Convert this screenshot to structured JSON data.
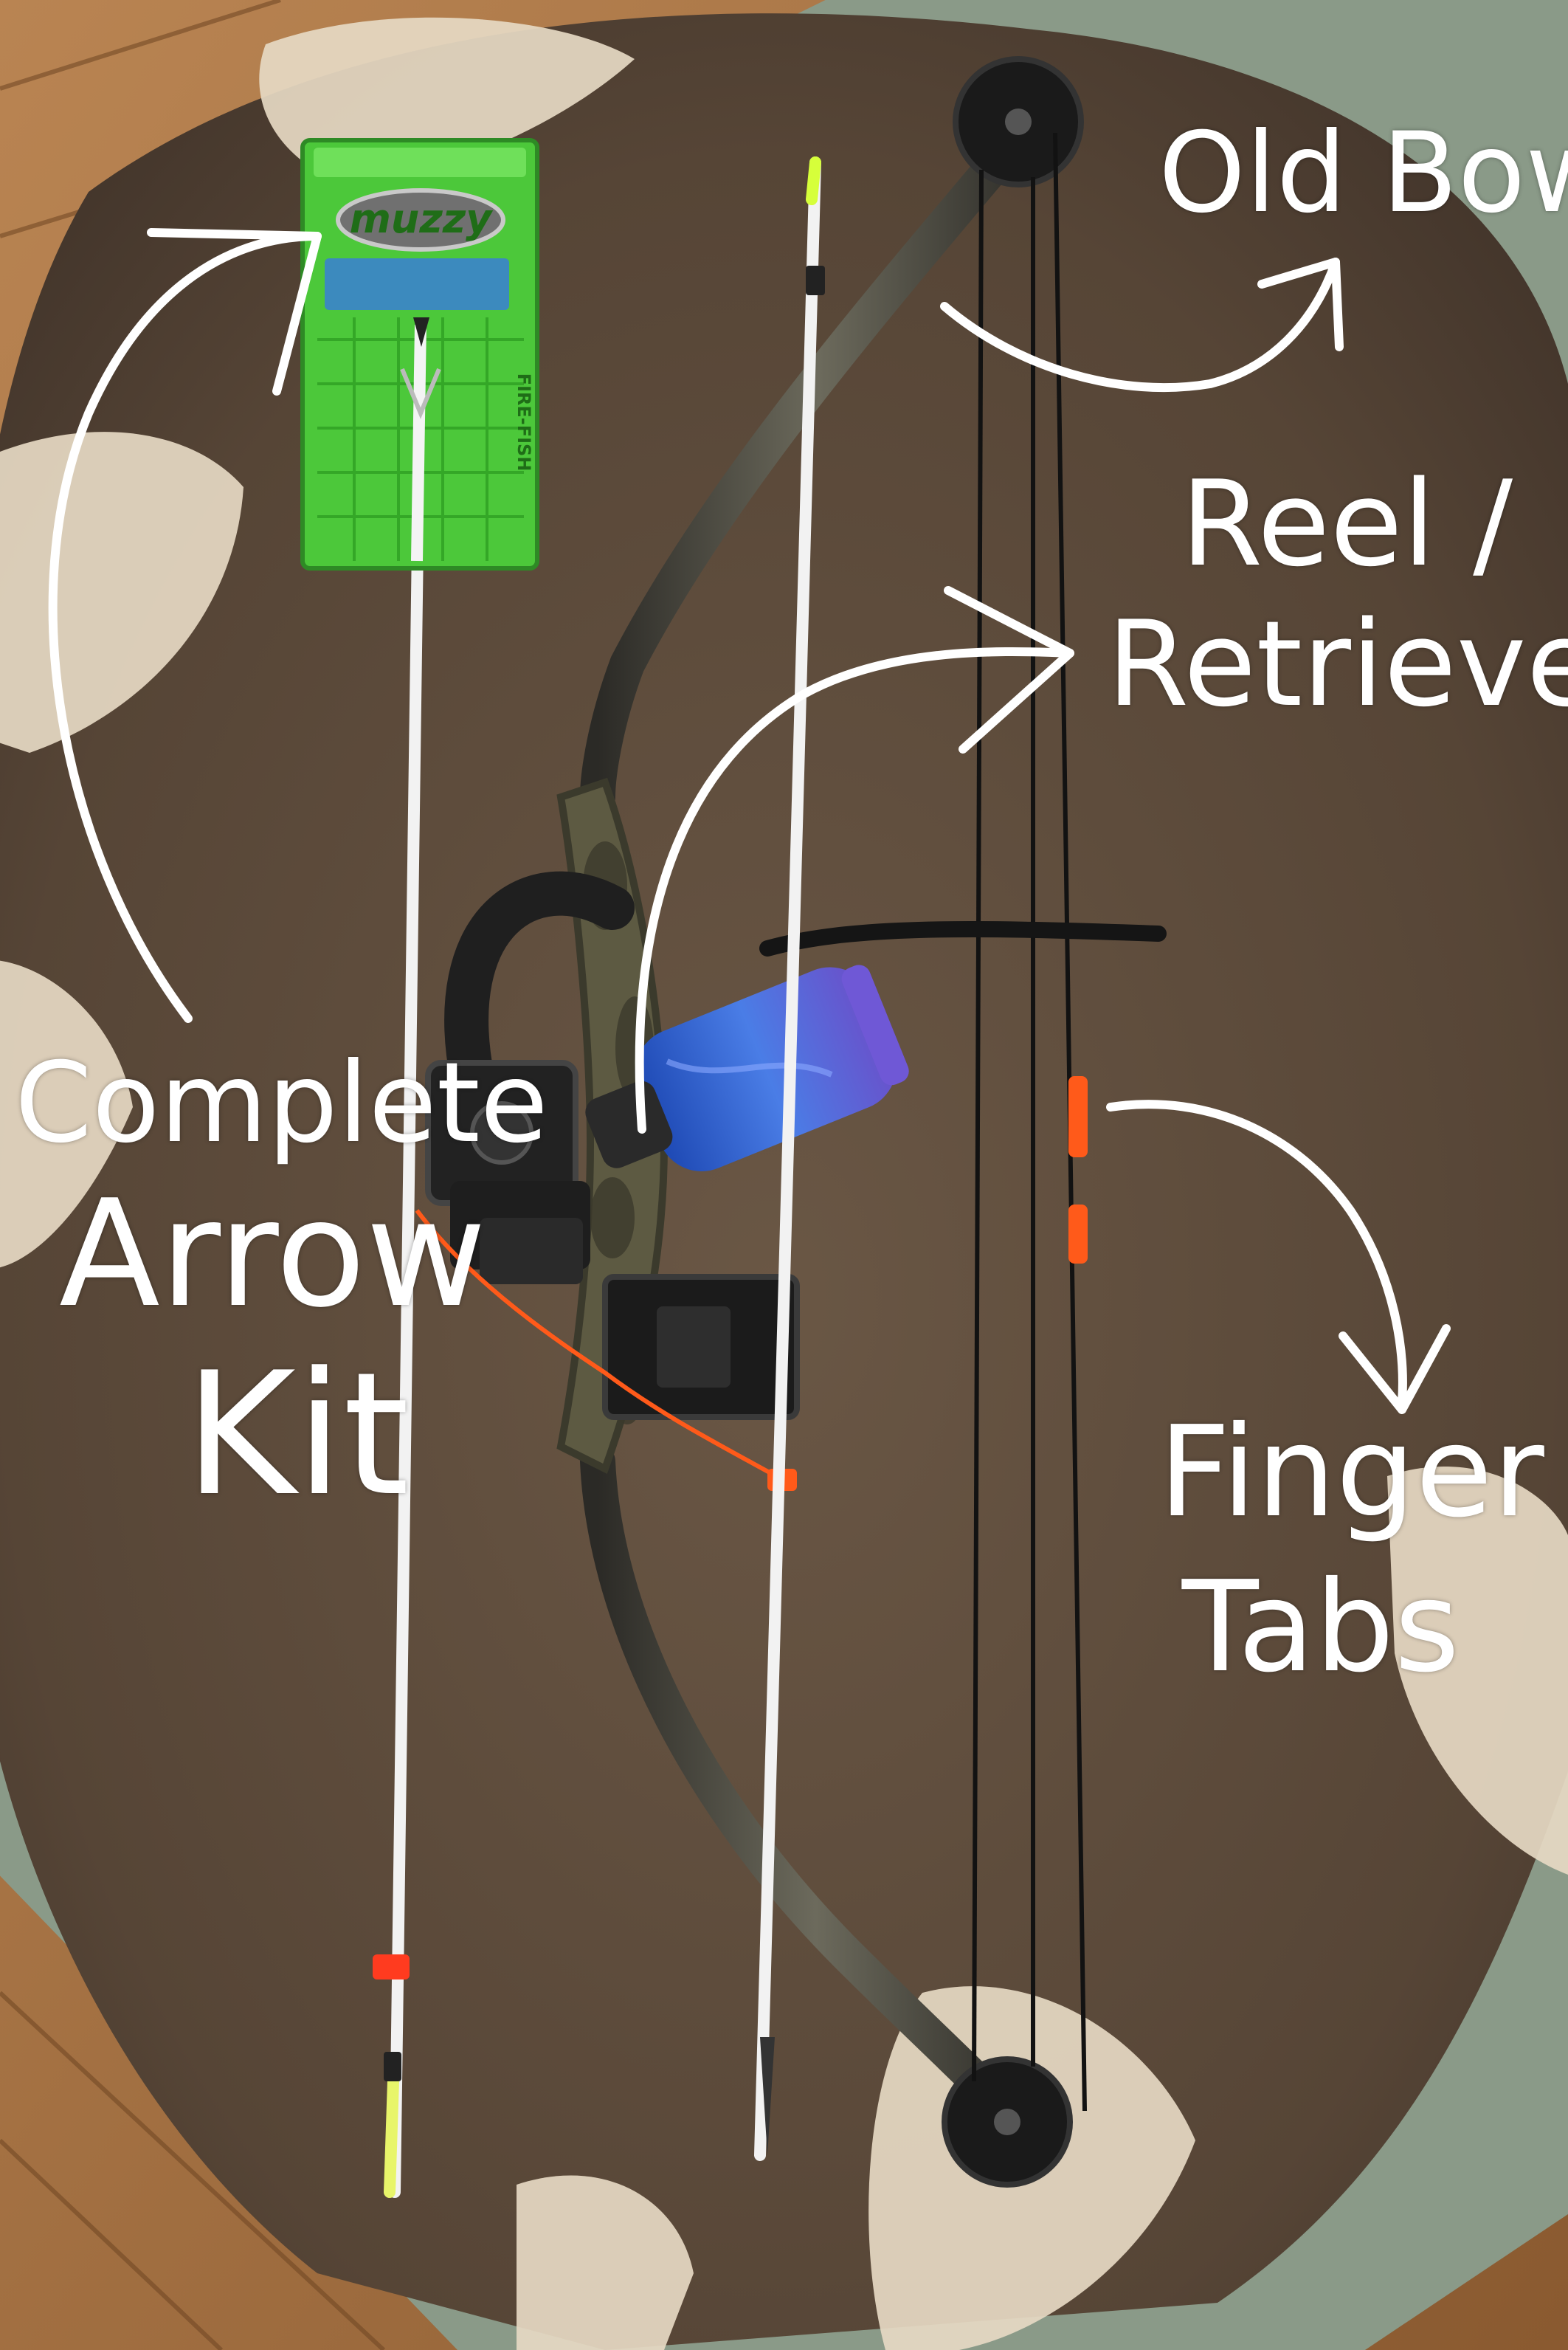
{
  "photo": {
    "annotations": {
      "arrow_kit": [
        "Complete",
        "Arrow",
        "Kit"
      ],
      "old_bow": [
        "Old Bow"
      ],
      "reel_retriever": [
        "Reel /",
        "Retriever"
      ],
      "finger_tabs": [
        "Finger",
        "Tabs"
      ]
    },
    "package": {
      "brand": "muzzy",
      "side_text": "FIRE-FISH"
    },
    "colors": {
      "hide": "#5a4838",
      "hide_light": "#e8dcc8",
      "floor": "#a87a4e",
      "mat": "#8a9a88",
      "package_green": "#4cc83a",
      "reel_blue": "#2a5fcf",
      "line_orange": "#ff5a1a",
      "annotation": "#ffffff"
    }
  }
}
